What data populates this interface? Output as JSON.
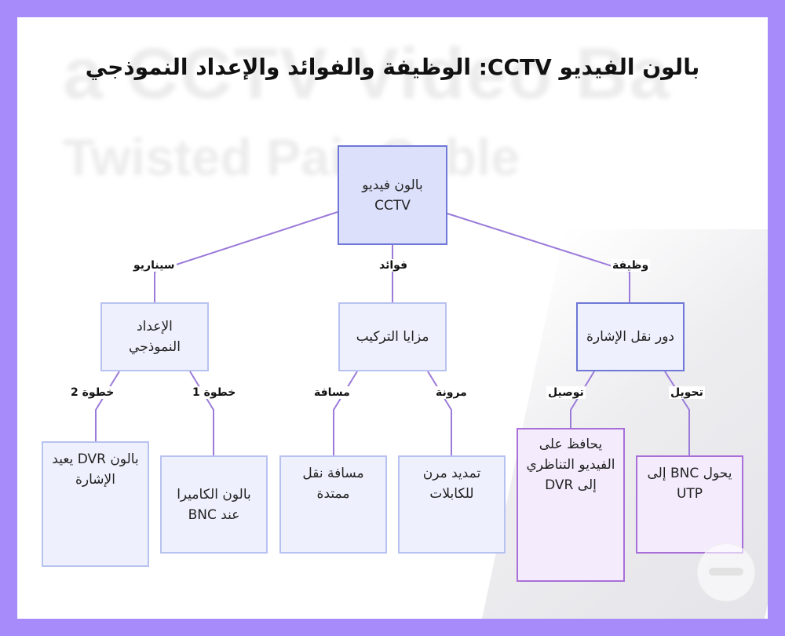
{
  "title": "بالون الفيديو CCTV: الوظيفة والفوائد والإعداد النموذجي",
  "background_text": [
    "a CCTV Video Ba",
    "Twisted Pair Cable"
  ],
  "colors": {
    "frame": "#a78bfa",
    "link": "#9b7bd9",
    "root_fill": "#dde0fb",
    "root_border": "#6f78d6",
    "node_fill": "#eef1fd",
    "node_border": "#b8c2f0",
    "accent_fill": "#f4ecfd",
    "accent_border": "#a86fd9"
  },
  "nodes": {
    "root": "بالون فيديو CCTV",
    "setup": "الإعداد النموذجي",
    "install": "مزايا التركيب",
    "signal": "دور نقل الإشارة",
    "dvr_balun": "بالون DVR يعيد الإشارة",
    "camera_balun": "بالون الكاميرا عند BNC",
    "distance": "مسافة نقل ممتدة",
    "flex_cable": "تمديد مرن للكابلات",
    "preserve": "يحافظ على الفيديو التناظري إلى DVR",
    "convert": "يحول BNC إلى UTP"
  },
  "edge_labels": {
    "scenario": "سيناريو",
    "benefits": "فوائد",
    "function": "وظيفة",
    "step2": "خطوة 2",
    "step1": "خطوة 1",
    "distance": "مسافة",
    "flexibility": "مرونة",
    "connect": "توصيل",
    "convert": "تحويل"
  }
}
